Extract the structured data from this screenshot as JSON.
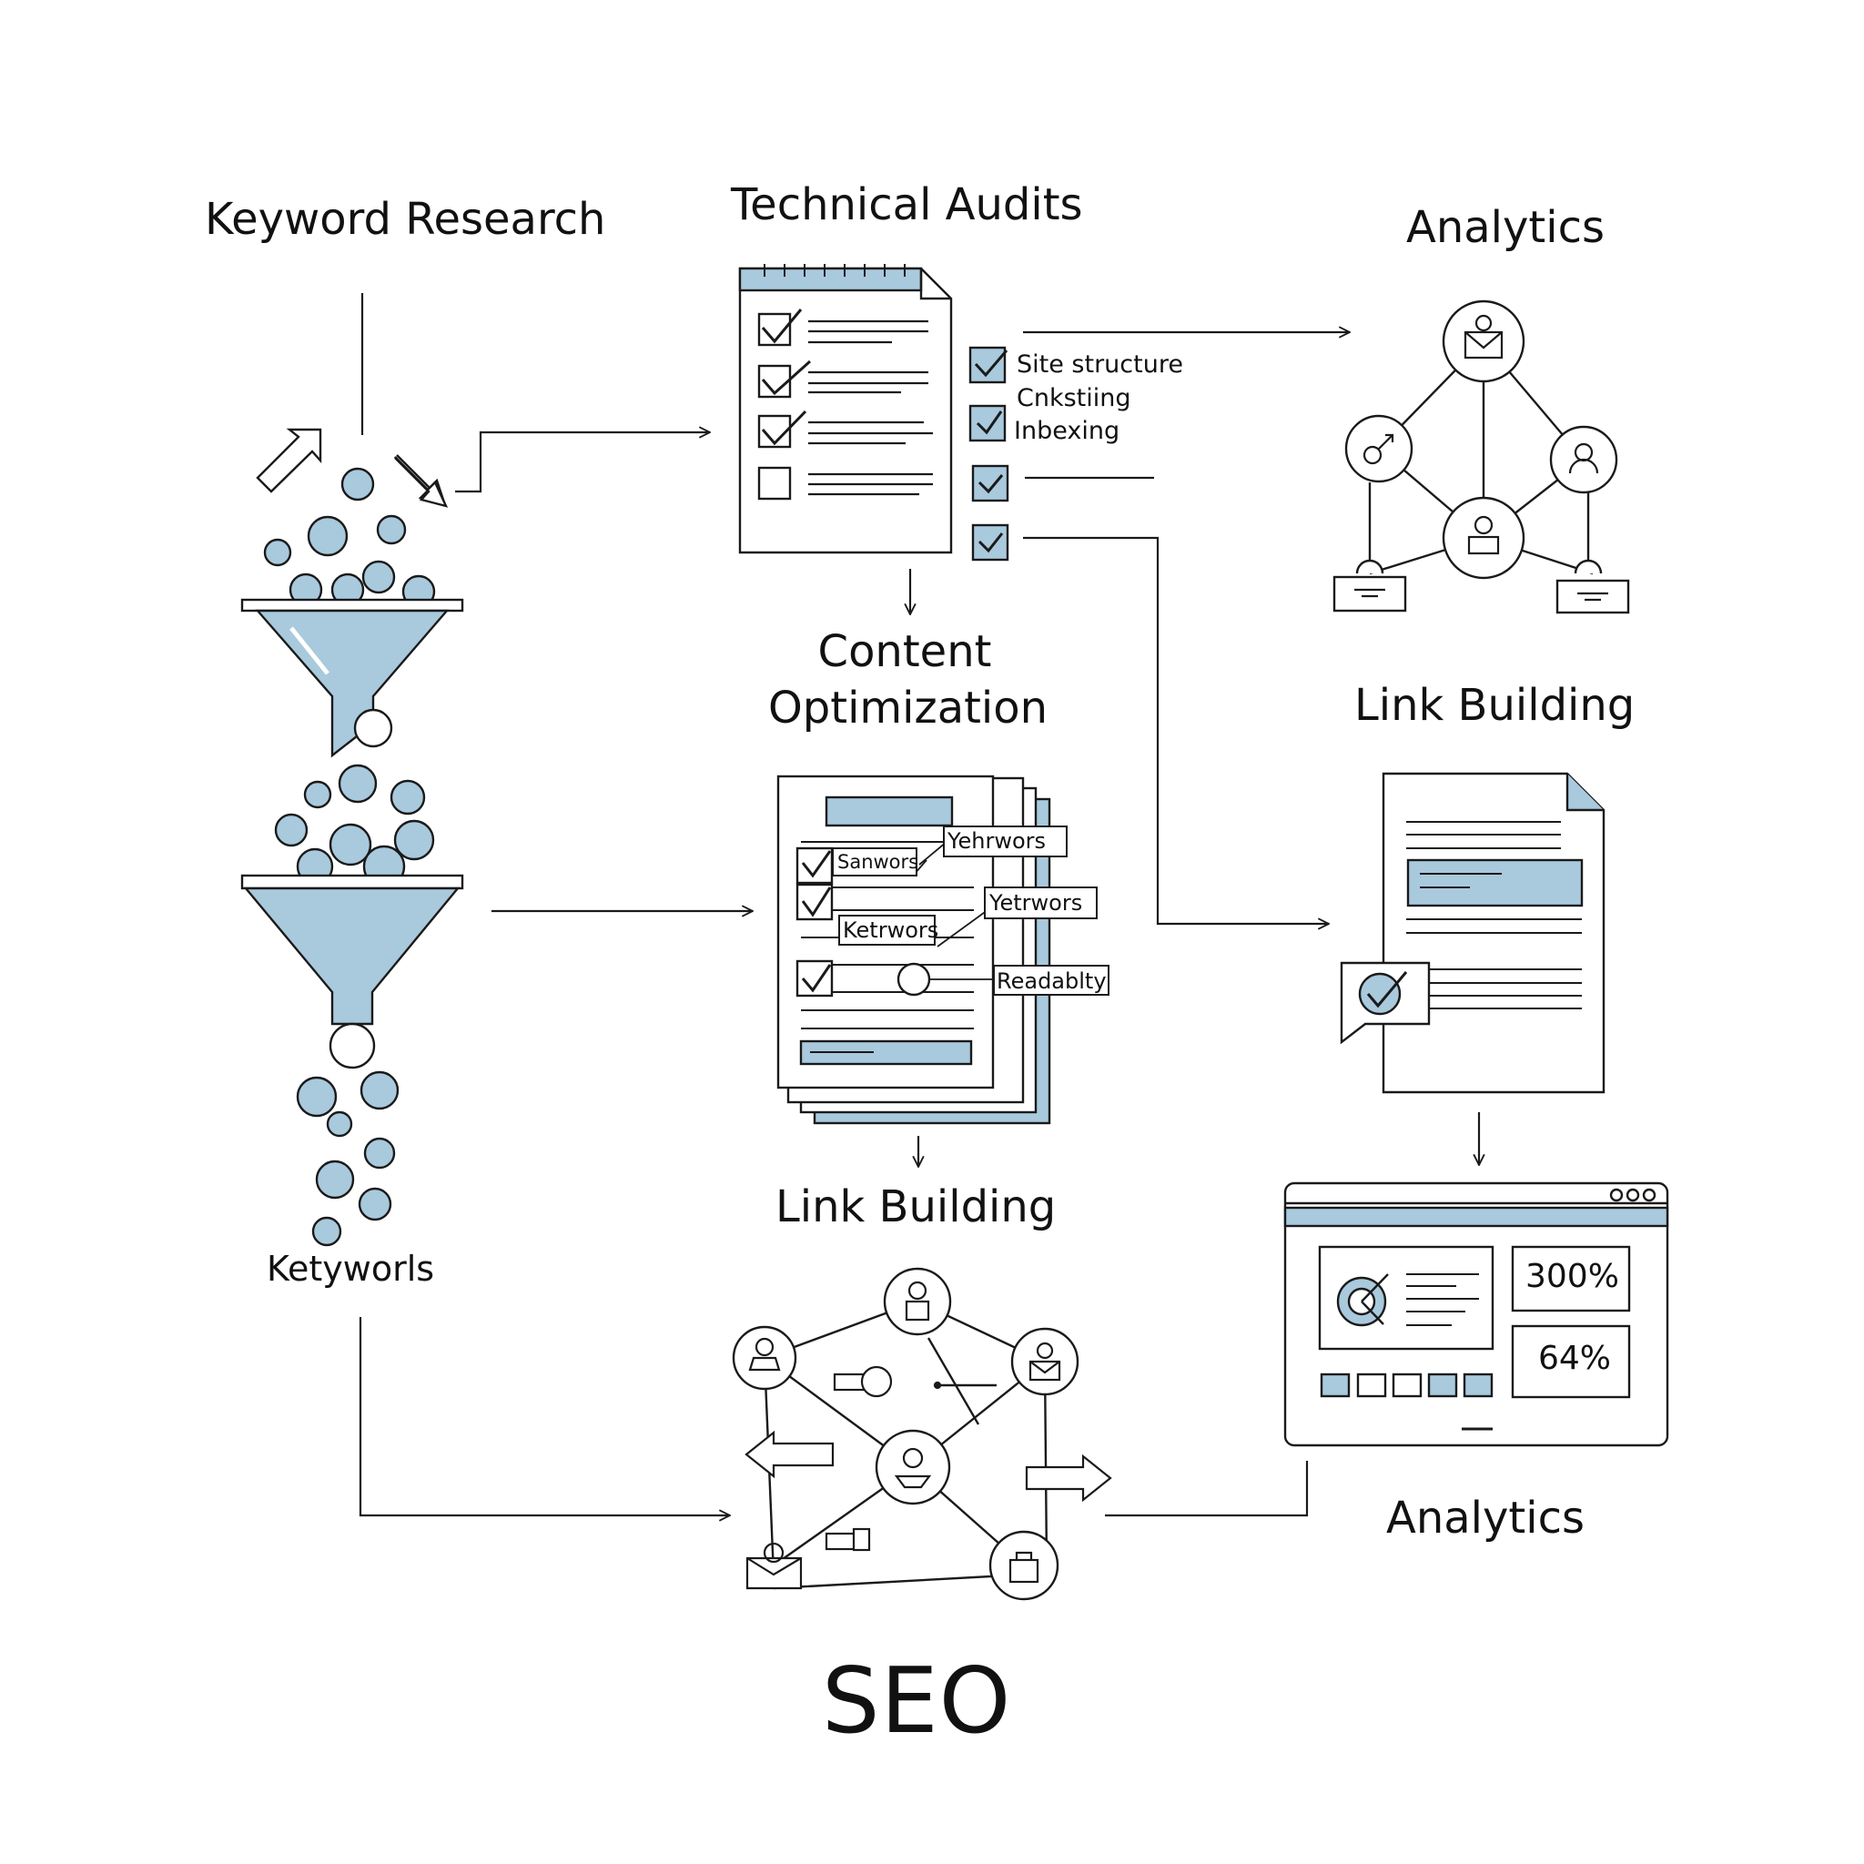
{
  "diagram": {
    "title": "SEO",
    "colors": {
      "stroke": "#1a1a1a",
      "accent": "#a9c9dd",
      "background": "#ffffff"
    },
    "sections": {
      "keyword_research": {
        "title": "Keyword Research",
        "caption": "Ketyworls"
      },
      "technical_audits": {
        "title": "Technical Audits",
        "checks": [
          "Site structure",
          "Cnkstiing",
          "Inbexing"
        ]
      },
      "analytics_top": {
        "title": "Analytics"
      },
      "content_optimization": {
        "title_line1": "Content",
        "title_line2": "Optimization",
        "tags": [
          "Yehrwors",
          "Sanwors",
          "Yetrwors",
          "Ketrwors",
          "Readablty"
        ]
      },
      "link_building_right": {
        "title": "Link Building"
      },
      "link_building_bottom": {
        "title": "Link Building"
      },
      "analytics_bottom": {
        "title": "Analytics",
        "stats": [
          "300%",
          "64%"
        ]
      }
    }
  }
}
